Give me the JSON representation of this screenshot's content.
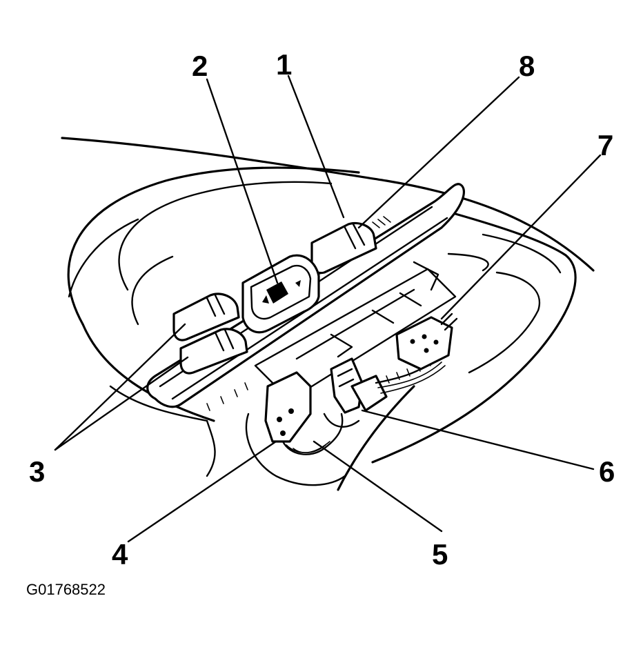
{
  "figure_id": "G01768522",
  "callouts": {
    "c1": "1",
    "c2": "2",
    "c3": "3",
    "c4": "4",
    "c5": "5",
    "c6": "6",
    "c7": "7",
    "c8": "8"
  }
}
